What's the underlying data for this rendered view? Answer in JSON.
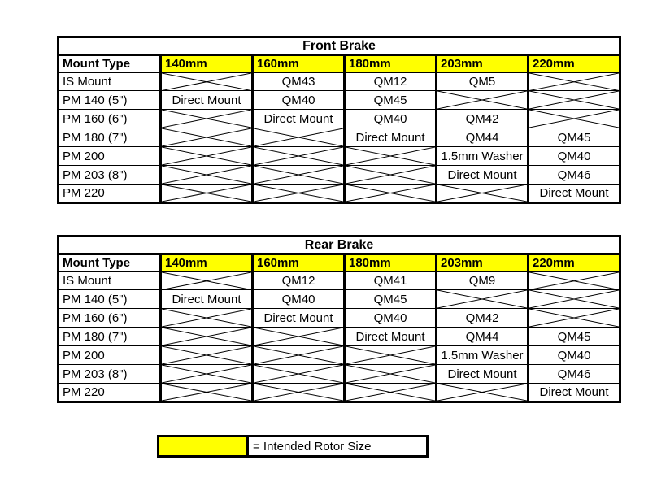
{
  "colors": {
    "highlight": "#FFFF00",
    "border": "#000000",
    "background": "#FFFFFF"
  },
  "tables": [
    {
      "title": "Front Brake",
      "corner_header": "Mount Type",
      "size_headers": [
        "140mm",
        "160mm",
        "180mm",
        "203mm",
        "220mm"
      ],
      "rows": [
        {
          "label": "IS Mount",
          "cells": [
            null,
            "QM43",
            "QM12",
            "QM5",
            null
          ]
        },
        {
          "label": "PM 140 (5\")",
          "cells": [
            "Direct Mount",
            "QM40",
            "QM45",
            null,
            null
          ]
        },
        {
          "label": "PM 160 (6\")",
          "cells": [
            null,
            "Direct Mount",
            "QM40",
            "QM42",
            null
          ]
        },
        {
          "label": "PM 180 (7\")",
          "cells": [
            null,
            null,
            "Direct Mount",
            "QM44",
            "QM45"
          ]
        },
        {
          "label": "PM 200",
          "cells": [
            null,
            null,
            null,
            "1.5mm Washer",
            "QM40"
          ]
        },
        {
          "label": "PM 203 (8\")",
          "cells": [
            null,
            null,
            null,
            "Direct Mount",
            "QM46"
          ]
        },
        {
          "label": "PM 220",
          "cells": [
            null,
            null,
            null,
            null,
            "Direct Mount"
          ]
        }
      ]
    },
    {
      "title": "Rear Brake",
      "corner_header": "Mount Type",
      "size_headers": [
        "140mm",
        "160mm",
        "180mm",
        "203mm",
        "220mm"
      ],
      "rows": [
        {
          "label": "IS Mount",
          "cells": [
            null,
            "QM12",
            "QM41",
            "QM9",
            null
          ]
        },
        {
          "label": "PM 140 (5\")",
          "cells": [
            "Direct Mount",
            "QM40",
            "QM45",
            null,
            null
          ]
        },
        {
          "label": "PM 160 (6\")",
          "cells": [
            null,
            "Direct Mount",
            "QM40",
            "QM42",
            null
          ]
        },
        {
          "label": "PM 180 (7\")",
          "cells": [
            null,
            null,
            "Direct Mount",
            "QM44",
            "QM45"
          ]
        },
        {
          "label": "PM 200",
          "cells": [
            null,
            null,
            null,
            "1.5mm Washer",
            "QM40"
          ]
        },
        {
          "label": "PM 203 (8\")",
          "cells": [
            null,
            null,
            null,
            "Direct Mount",
            "QM46"
          ]
        },
        {
          "label": "PM 220",
          "cells": [
            null,
            null,
            null,
            null,
            "Direct Mount"
          ]
        }
      ]
    }
  ],
  "legend": {
    "label": "= Intended Rotor Size"
  }
}
